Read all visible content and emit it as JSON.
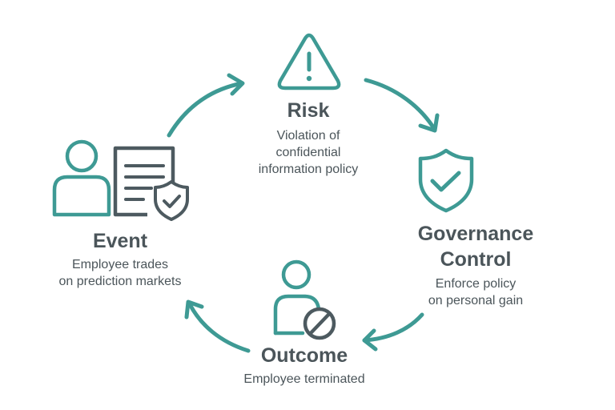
{
  "diagram": {
    "type": "cycle",
    "colors": {
      "accent": "#3e9a94",
      "icon_secondary": "#4d5a60",
      "text": "#4b555a",
      "background": "#ffffff"
    },
    "nodes": [
      {
        "id": "risk",
        "title": "Risk",
        "description_lines": [
          "Violation of",
          "confidential",
          "information policy"
        ],
        "icon": "warning-triangle-icon"
      },
      {
        "id": "governance",
        "title_lines": [
          "Governance",
          "Control"
        ],
        "description_lines": [
          "Enforce policy",
          "on personal gain"
        ],
        "icon": "shield-check-icon"
      },
      {
        "id": "outcome",
        "title": "Outcome",
        "description_lines": [
          "Employee terminated"
        ],
        "icon": "user-blocked-icon"
      },
      {
        "id": "event",
        "title": "Event",
        "description_lines": [
          "Employee trades",
          "on prediction markets"
        ],
        "icon": "user-document-shield-icon"
      }
    ],
    "edges": [
      {
        "from": "event",
        "to": "risk"
      },
      {
        "from": "risk",
        "to": "governance"
      },
      {
        "from": "governance",
        "to": "outcome"
      },
      {
        "from": "outcome",
        "to": "event"
      }
    ]
  }
}
